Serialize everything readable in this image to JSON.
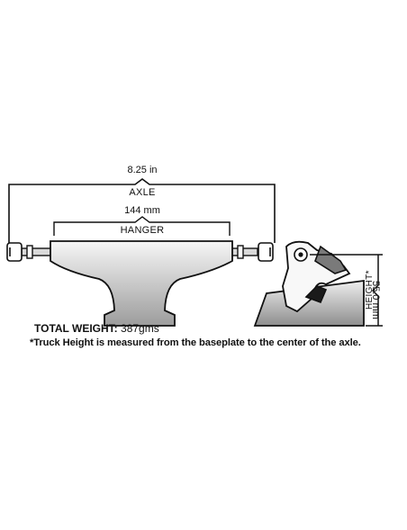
{
  "diagram": {
    "axle_width": "8.25 in",
    "axle_label": "AXLE",
    "hanger_width": "144 mm",
    "hanger_label": "HANGER",
    "height_value": "55.0 mm",
    "height_label": "HEIGHT*",
    "weight_label": "TOTAL WEIGHT:",
    "weight_value": "387gms",
    "footnote": "*Truck Height is measured from the baseplate to the center of the axle."
  },
  "colors": {
    "line": "#111111",
    "fill_light": "#f4f4f4",
    "fill_dark": "#9a9a9a"
  }
}
